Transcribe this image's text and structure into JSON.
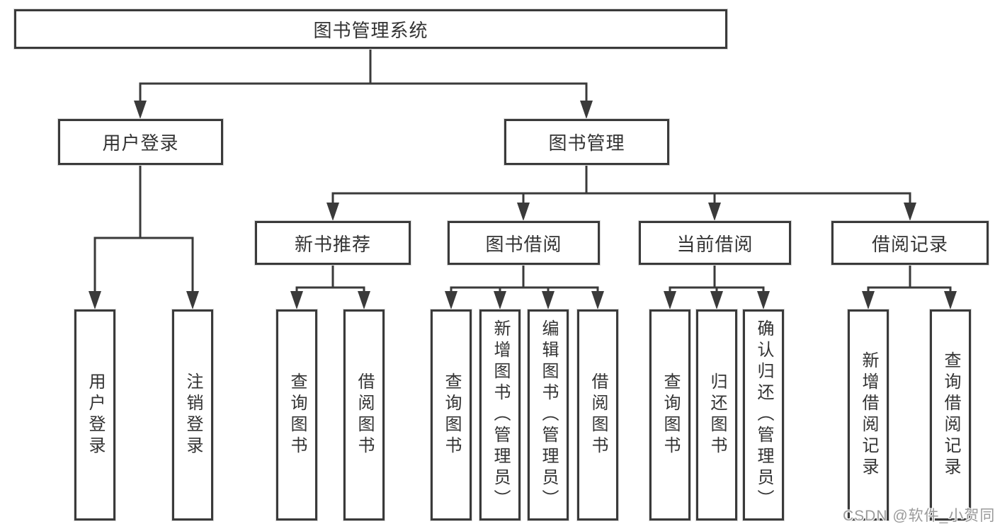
{
  "colors": {
    "line": "#3a3a3a",
    "border": "#3a3a3a",
    "text": "#333333",
    "watermark": "#9a9a9a",
    "background": "#ffffff"
  },
  "watermark": {
    "text": "CSDN @软件_小贺同学"
  },
  "tree": {
    "root": {
      "label": "图书管理系统",
      "children": [
        {
          "label": "用户登录",
          "children": [
            {
              "label": "用户登录"
            },
            {
              "label": "注销登录"
            }
          ]
        },
        {
          "label": "图书管理",
          "children": [
            {
              "label": "新书推荐",
              "children": [
                {
                  "label": "查询图书"
                },
                {
                  "label": "借阅图书"
                }
              ]
            },
            {
              "label": "图书借阅",
              "children": [
                {
                  "label": "查询图书"
                },
                {
                  "label": "新增图书（管理员）"
                },
                {
                  "label": "编辑图书（管理员）"
                },
                {
                  "label": "借阅图书"
                }
              ]
            },
            {
              "label": "当前借阅",
              "children": [
                {
                  "label": "查询图书"
                },
                {
                  "label": "归还图书"
                },
                {
                  "label": "确认归还（管理员）"
                }
              ]
            },
            {
              "label": "借阅记录",
              "children": [
                {
                  "label": "新增借阅记录"
                },
                {
                  "label": "查询借阅记录"
                }
              ]
            }
          ]
        }
      ]
    }
  }
}
